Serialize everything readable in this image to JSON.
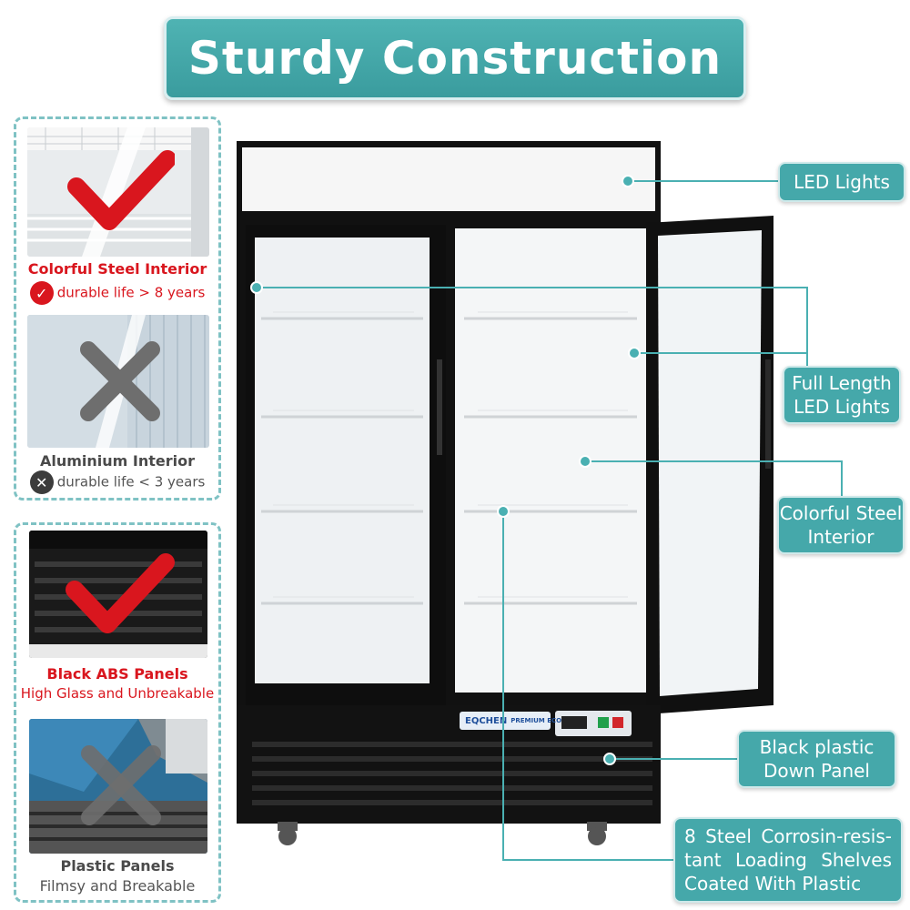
{
  "title": "Sturdy Construction",
  "left_panels": {
    "top": {
      "good": {
        "title": "Colorful Steel Interior",
        "subtitle": "durable life > 8 years",
        "mark": "check-icon"
      },
      "bad": {
        "title": "Aluminium Interior",
        "subtitle": "durable life < 3 years",
        "mark": "cross-icon"
      }
    },
    "bottom": {
      "good": {
        "title": "Black ABS Panels",
        "subtitle": "High Glass and Unbreakable",
        "mark": "check-icon"
      },
      "bad": {
        "title": "Plastic Panels",
        "subtitle": "Filmsy and Breakable",
        "mark": "cross-icon"
      }
    }
  },
  "callouts": {
    "led_lights": "LED Lights",
    "full_length_1": "Full Length",
    "full_length_2": "LED Lights",
    "steel_1": "Colorful Steel",
    "steel_2": "Interior",
    "down_panel_1": "Black plastic",
    "down_panel_2": "Down Panel",
    "shelves_1": "8 Steel Corrosin-resis-",
    "shelves_2": "tant Loading Shelves",
    "shelves_3": "Coated With Plastic"
  },
  "fridge": {
    "brand": "EQCHEN",
    "model_text": "PREMIUM ECO"
  },
  "colors": {
    "accent": "#45a8aa",
    "good": "#d9161e",
    "bad": "#6e6e6e",
    "cabinet": "#111111"
  }
}
